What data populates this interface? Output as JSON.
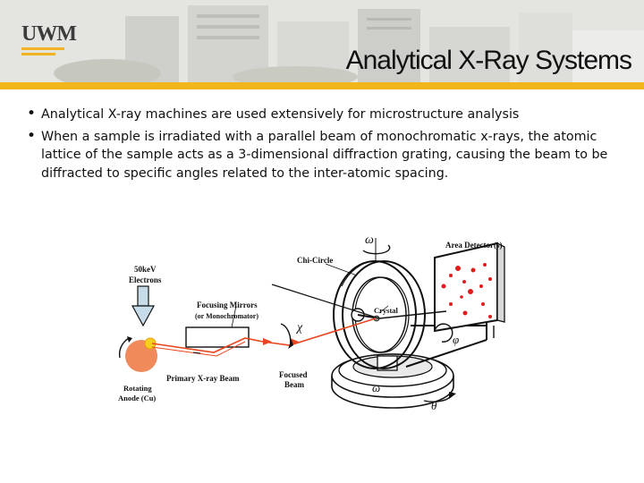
{
  "header": {
    "logo_text": "UWM",
    "title": "Analytical X-Ray Systems"
  },
  "bullets": [
    "Analytical X-ray machines are used extensively for microstructure analysis",
    "When a sample is irradiated with a parallel beam of monochromatic x-rays, the atomic lattice of the sample acts as a 3-dimensional diffraction grating, causing the beam to be diffracted to specific angles related to the inter-atomic spacing."
  ],
  "figure": {
    "labels": {
      "omega_top": "ω",
      "area_detector": "Area Detector(s)",
      "chi_circle": "Chi-Circle",
      "electrons_line1": "50keV",
      "electrons_line2": "Electrons",
      "mirrors_line1": "Focusing Mirrors",
      "mirrors_line2": "(or Monochromator)",
      "crystal": "Crystal",
      "chi": "χ",
      "phi": "φ",
      "primary_beam": "Primary X-ray Beam",
      "focused_line1": "Focused",
      "focused_line2": "Beam",
      "omega_bottom": "ω",
      "anode_line1": "Rotating",
      "anode_line2": "Anode (Cu)",
      "theta": "θ"
    },
    "colors": {
      "beam": "#e8461e",
      "anode": "#f08a5a",
      "spark": "#f5d020",
      "spots": "#e21c1c",
      "accent_gold": "#f2b61c"
    }
  }
}
